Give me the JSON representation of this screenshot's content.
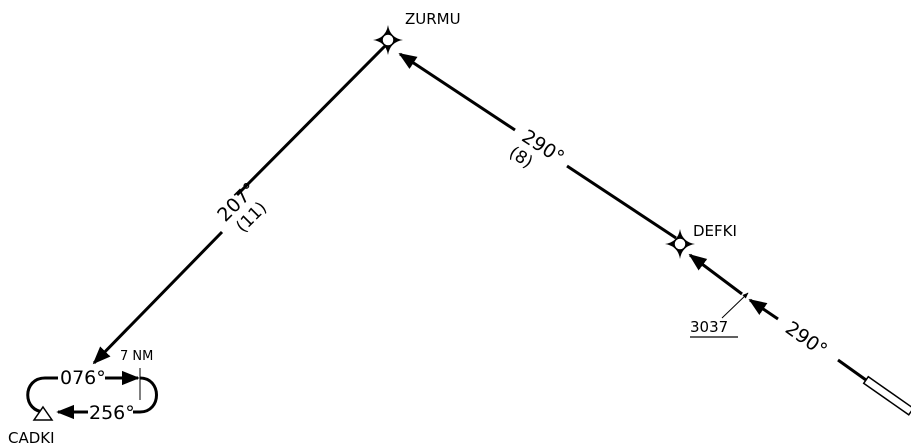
{
  "waypoints": {
    "zurmu": "ZURMU",
    "defki": "DEFKI",
    "cadki": "CADKI"
  },
  "legs": {
    "zurmu_to_cadki": {
      "course": "207°",
      "distance": "(11)"
    },
    "defki_to_zurmu": {
      "course": "290°",
      "distance": "(8)"
    },
    "inbound_to_defki": {
      "course": "290°"
    }
  },
  "holding": {
    "inbound_course": "076°",
    "outbound_course": "256°",
    "leg_length": "7 NM"
  },
  "altitude_marker": "3037"
}
